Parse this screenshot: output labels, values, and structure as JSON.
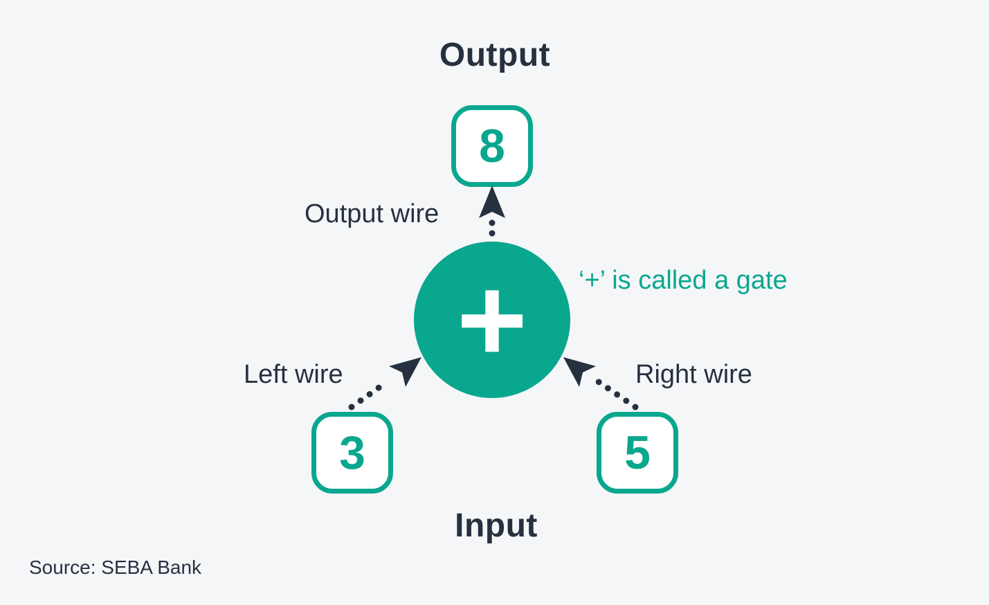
{
  "colors": {
    "background": "#f5f6f8",
    "teal": "#0aa78f",
    "navy": "#263140",
    "box_fill": "#ffffff"
  },
  "diagram": {
    "output_title": "Output",
    "input_title": "Input",
    "output_value": "8",
    "left_input_value": "3",
    "right_input_value": "5",
    "gate_symbol": "+",
    "gate_note": "‘+’ is called a gate",
    "output_wire_label": "Output wire",
    "left_wire_label": "Left wire",
    "right_wire_label": "Right wire"
  },
  "source": "Source: SEBA Bank"
}
